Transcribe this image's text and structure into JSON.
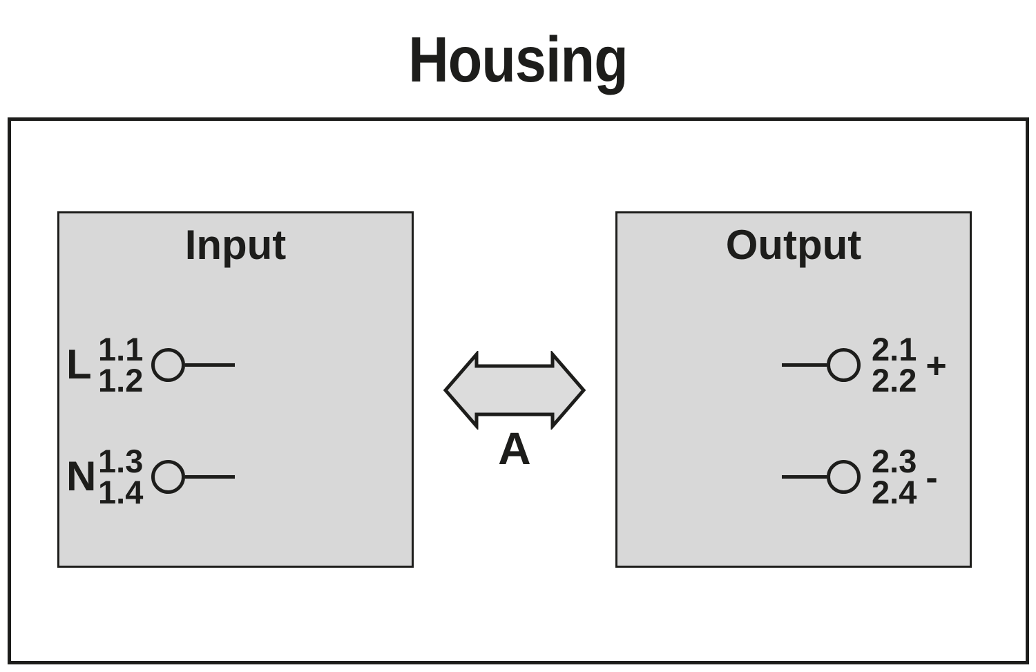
{
  "title": "Housing",
  "input_panel": {
    "title": "Input",
    "terminals": [
      {
        "letter": "L",
        "top_number": "1.1",
        "bottom_number": "1.2"
      },
      {
        "letter": "N",
        "top_number": "1.3",
        "bottom_number": "1.4"
      }
    ]
  },
  "output_panel": {
    "title": "Output",
    "terminals": [
      {
        "top_number": "2.1",
        "bottom_number": "2.2",
        "polarity": "+"
      },
      {
        "top_number": "2.3",
        "bottom_number": "2.4",
        "polarity": "-"
      }
    ]
  },
  "connection": {
    "label": "A"
  },
  "colors": {
    "panel_fill": "#d8d8d8",
    "arrow_fill": "#dcdcdc",
    "stroke": "#1d1d1b",
    "background": "#ffffff"
  }
}
